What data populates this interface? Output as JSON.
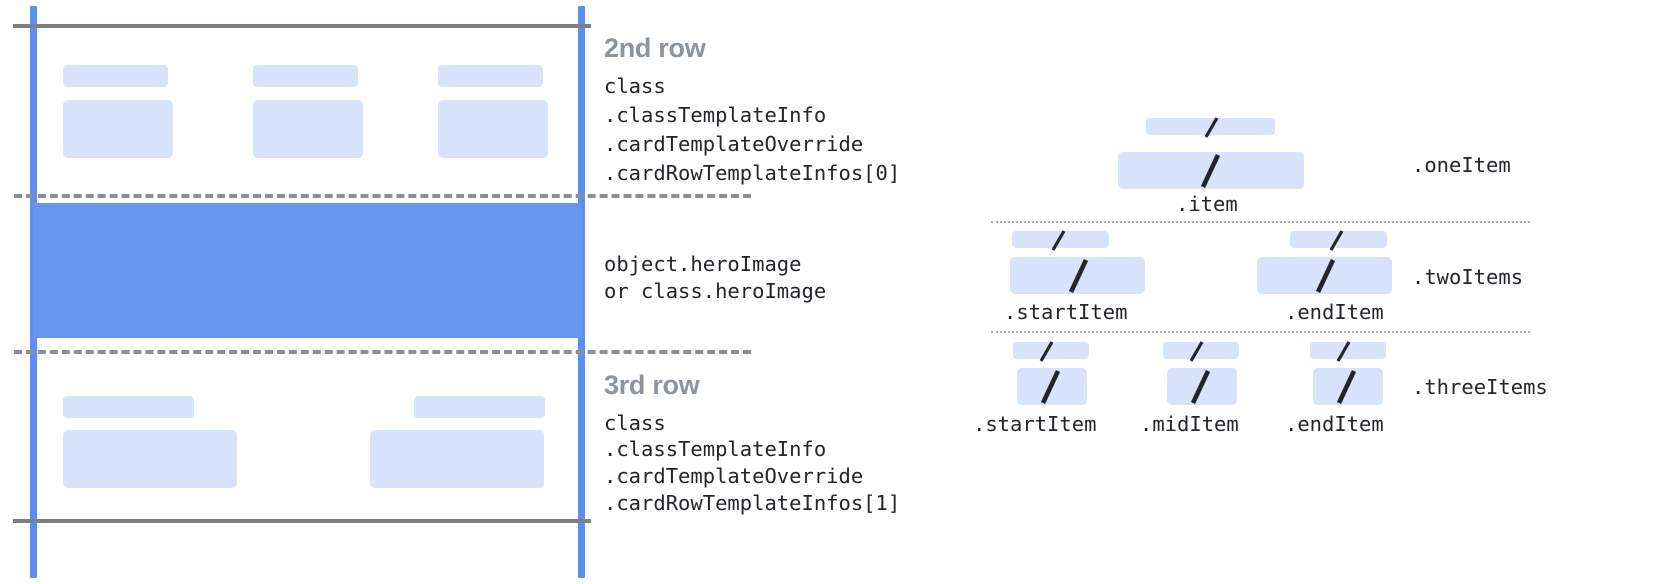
{
  "colors": {
    "guide_blue": "#5b8ef0",
    "hero_blue": "#6498ef",
    "placeholder_blue": "#d7e2fb",
    "rule_grey": "#7b7f86",
    "dashed_grey": "#8a8f96",
    "dotted_grey": "#a8adb5",
    "title_grey": "#8e949c",
    "text_black": "#22252a"
  },
  "left_diagram": {
    "name": "card-template-rows-diagram",
    "second_row": {
      "title": "2nd row",
      "code_lines": [
        "class",
        ".classTemplateInfo",
        ".cardTemplateOverride",
        ".cardRowTemplateInfos[0]"
      ]
    },
    "hero": {
      "code_lines": [
        "object.heroImage",
        "or class.heroImage"
      ]
    },
    "third_row": {
      "title": "3rd row",
      "code_lines": [
        "class",
        ".classTemplateInfo",
        ".cardTemplateOverride",
        ".cardRowTemplateInfos[1]"
      ]
    }
  },
  "right_diagram": {
    "name": "row-item-layouts-diagram",
    "layouts": [
      {
        "label": ".oneItem",
        "item_labels": [
          ".item"
        ],
        "slot_count": 1
      },
      {
        "label": ".twoItems",
        "item_labels": [
          ".startItem",
          ".endItem"
        ],
        "slot_count": 2
      },
      {
        "label": ".threeItems",
        "item_labels": [
          ".startItem",
          ".midItem",
          ".endItem"
        ],
        "slot_count": 3
      }
    ]
  },
  "icons": {
    "slash": "slash-icon"
  }
}
